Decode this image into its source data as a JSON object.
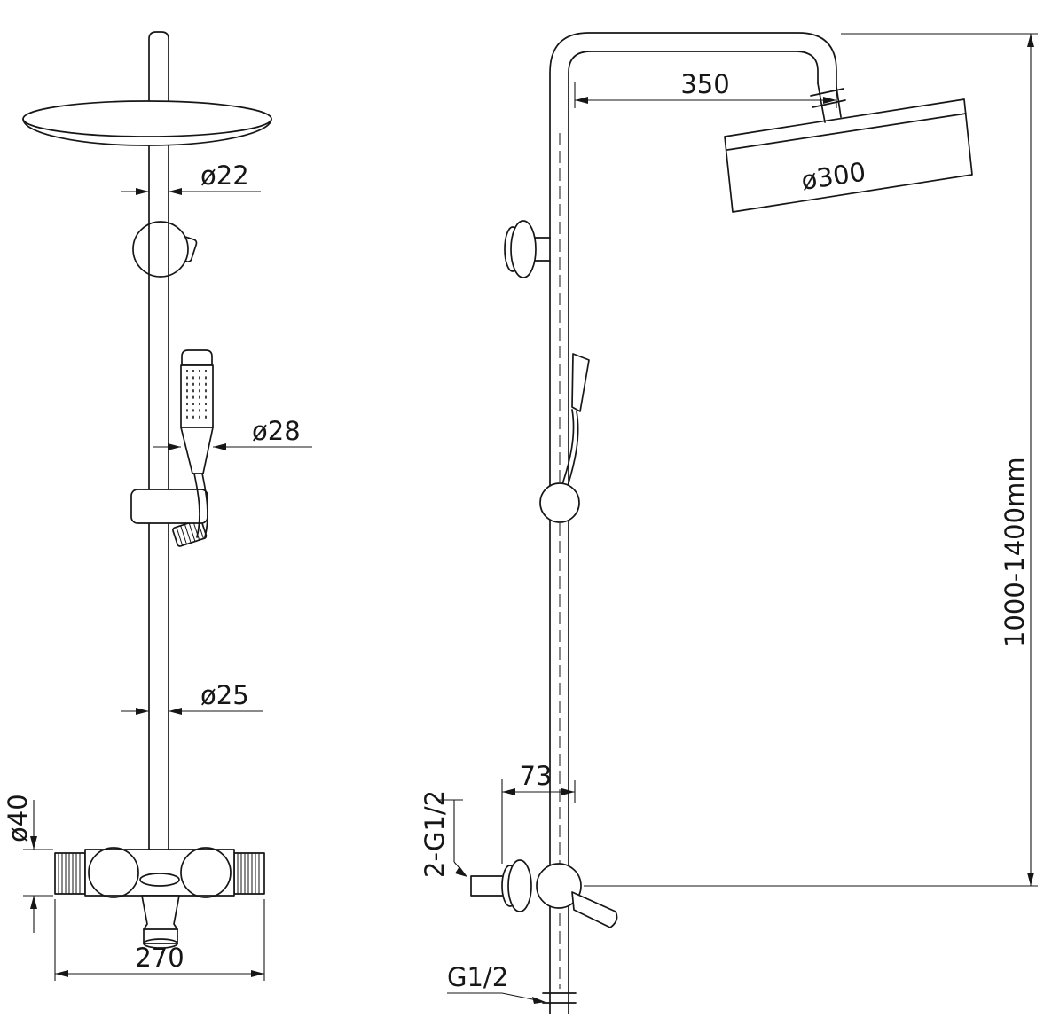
{
  "drawing": {
    "kind": "shower-column-technical-drawing",
    "dimensions": {
      "pipe_upper_diameter": "ø22",
      "hand_shower_diameter": "ø28",
      "pipe_lower_diameter": "ø25",
      "mixer_body_diameter": "ø40",
      "mixer_width": "270",
      "arm_reach": "350",
      "head_diameter": "ø300",
      "column_height": "1000-1400mm",
      "wall_offset": "73",
      "inlet_thread": "2-G1/2",
      "outlet_thread": "G1/2"
    },
    "colors": {
      "line": "#161616",
      "background": "#ffffff"
    }
  }
}
